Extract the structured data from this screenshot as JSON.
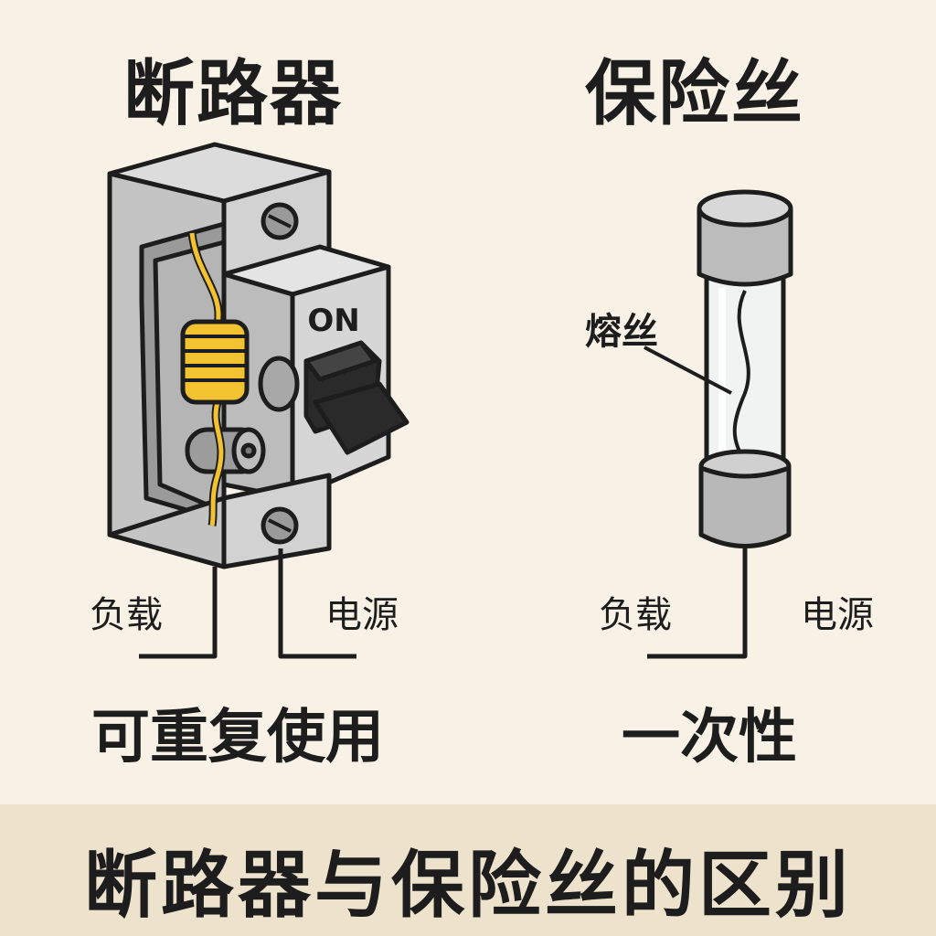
{
  "titles": {
    "left": "断路器",
    "right": "保险丝"
  },
  "breaker": {
    "switch_label": "ON",
    "load_label": "负载",
    "source_label": "电源",
    "caption": "可重复使用"
  },
  "fuse": {
    "element_label": "熔丝",
    "load_label": "负载",
    "source_label": "电源",
    "caption": "一次性"
  },
  "footer": {
    "title": "断路器与保险丝的区别"
  },
  "colors": {
    "background": "#f8f1e5",
    "footer_band": "#ede2cc",
    "metal_gray": "#c7c7c7",
    "coil_yellow": "#f2c230",
    "outline": "#1d1d1d"
  }
}
